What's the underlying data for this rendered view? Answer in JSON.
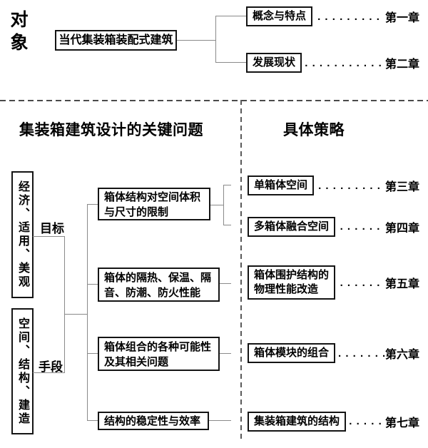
{
  "style": {
    "background": "#ffffff",
    "text_color": "#000000",
    "box_border_color": "#141414",
    "connector_color": "#8a8a8a",
    "divider_color": "#4a4a4a"
  },
  "top_section": {
    "object_label": "对象",
    "root_box": "当代集装箱装配式建筑",
    "branches": [
      {
        "box": "概念与特点",
        "dots": ". . . . . . . . .",
        "chapter": "第一章"
      },
      {
        "box": "发展现状",
        "dots": ". . . . . . . . . . .",
        "chapter": "第二章"
      }
    ]
  },
  "middle_section": {
    "left_title": "集装箱建筑设计的关键问题",
    "right_title": "具体策略",
    "goal_box": "经济、适用、美观",
    "means_box": "空间、结构、建造",
    "goal_label": "目标",
    "means_label": "手段",
    "problems": [
      {
        "line1": "箱体结构对空间体积",
        "line2": "与尺寸的限制"
      },
      {
        "line1": "箱体的隔热、保温、隔",
        "line2": "音、防潮、防火性能"
      },
      {
        "line1": "箱体组合的各种可能性",
        "line2": "及其相关问题"
      },
      {
        "line1": "结构的稳定性与效率",
        "line2": ""
      }
    ],
    "strategies": [
      {
        "line1": "单箱体空间",
        "line2": "",
        "dots": ". . . . . . . . .",
        "chapter": "第三章"
      },
      {
        "line1": "多箱体融合空间",
        "line2": "",
        "dots": ". . . . . .",
        "chapter": "第四章"
      },
      {
        "line1": "箱体围护结构的",
        "line2": "物理性能改造",
        "dots": ". . . . . .",
        "chapter": "第五章"
      },
      {
        "line1": "箱体模块的组合",
        "line2": "",
        "dots": ". . . . . . .",
        "chapter": "第六章"
      },
      {
        "line1": "集装箱建筑的结构",
        "line2": "",
        "dots": ". . . . .",
        "chapter": "第七章"
      }
    ]
  }
}
